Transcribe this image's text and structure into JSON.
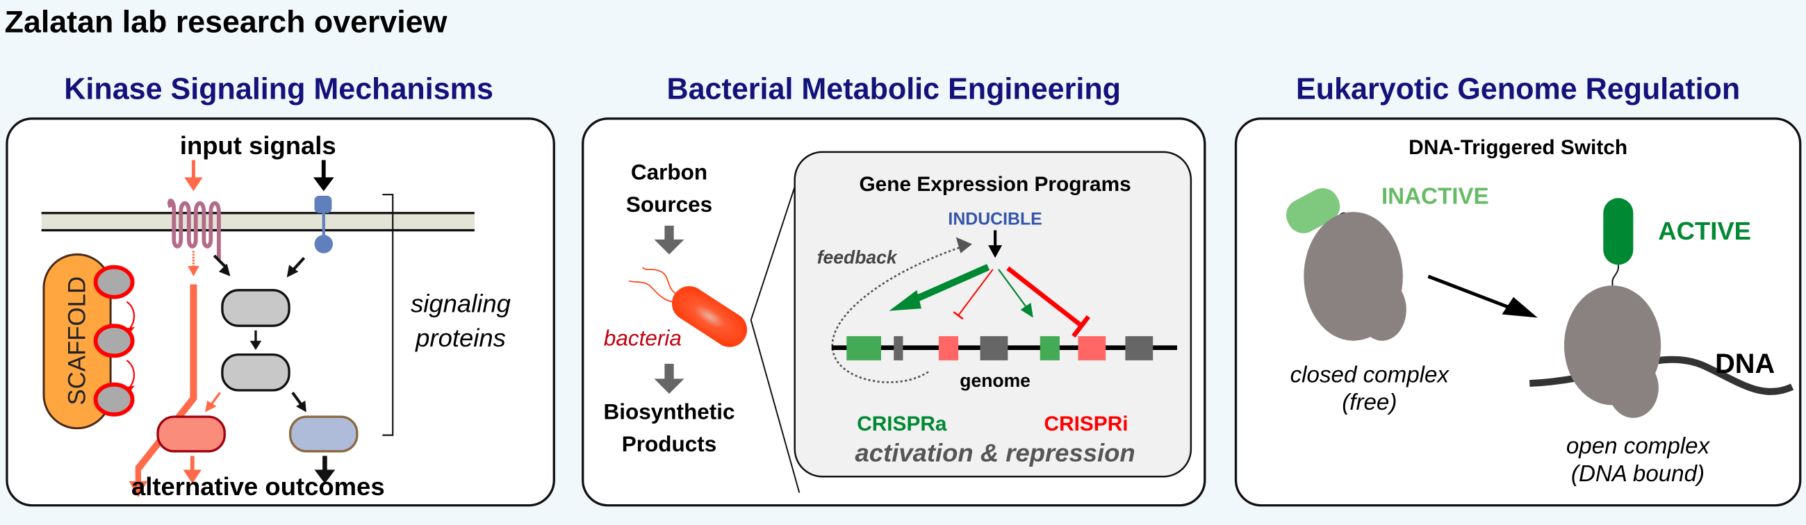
{
  "page_title": "Zalatan lab research overview",
  "colors": {
    "background": "#f1f8fb",
    "section_title": "#13127a",
    "salmon": "#ff6a4a",
    "receptor": "#b36b88",
    "blue_protein": "#5f7fbd",
    "scaffold": "#ffa640",
    "red": "#ff0000",
    "activation_green": "#008833",
    "inactive_green": "#7fc97f",
    "inducible_blue": "#3355aa",
    "gray_protein": "#8a8281"
  },
  "panels": {
    "kinase": {
      "section_title": "Kinase Signaling Mechanisms",
      "input_label": "input signals",
      "scaffold_label": "SCAFFOLD",
      "bracket_label_line1": "signaling",
      "bracket_label_line2": "proteins",
      "output_label": "alternative outcomes"
    },
    "bacterial": {
      "section_title": "Bacterial Metabolic Engineering",
      "input_line1": "Carbon",
      "input_line2": "Sources",
      "organism_label": "bacteria",
      "output_line1": "Biosynthetic",
      "output_line2": "Products",
      "inset": {
        "title": "Gene Expression Programs",
        "inducible_label": "INDUCIBLE",
        "feedback_label": "feedback",
        "genome_label": "genome",
        "activation_label": "CRISPRa",
        "repression_label": "CRISPRi",
        "caption": "activation & repression",
        "genes": [
          {
            "type": "activated",
            "color": "#44aa55"
          },
          {
            "type": "neutral",
            "color": "#666666"
          },
          {
            "type": "repressed",
            "color": "#ff6666"
          },
          {
            "type": "neutral",
            "color": "#666666"
          },
          {
            "type": "activated",
            "color": "#44aa55"
          },
          {
            "type": "repressed",
            "color": "#ff6666"
          },
          {
            "type": "neutral",
            "color": "#666666"
          }
        ]
      }
    },
    "eukaryotic": {
      "section_title": "Eukaryotic Genome Regulation",
      "switch_title": "DNA-Triggered Switch",
      "inactive_label": "INACTIVE",
      "active_label": "ACTIVE",
      "dna_label": "DNA",
      "closed_line1": "closed complex",
      "closed_line2": "(free)",
      "open_line1": "open complex",
      "open_line2": "(DNA bound)"
    }
  }
}
